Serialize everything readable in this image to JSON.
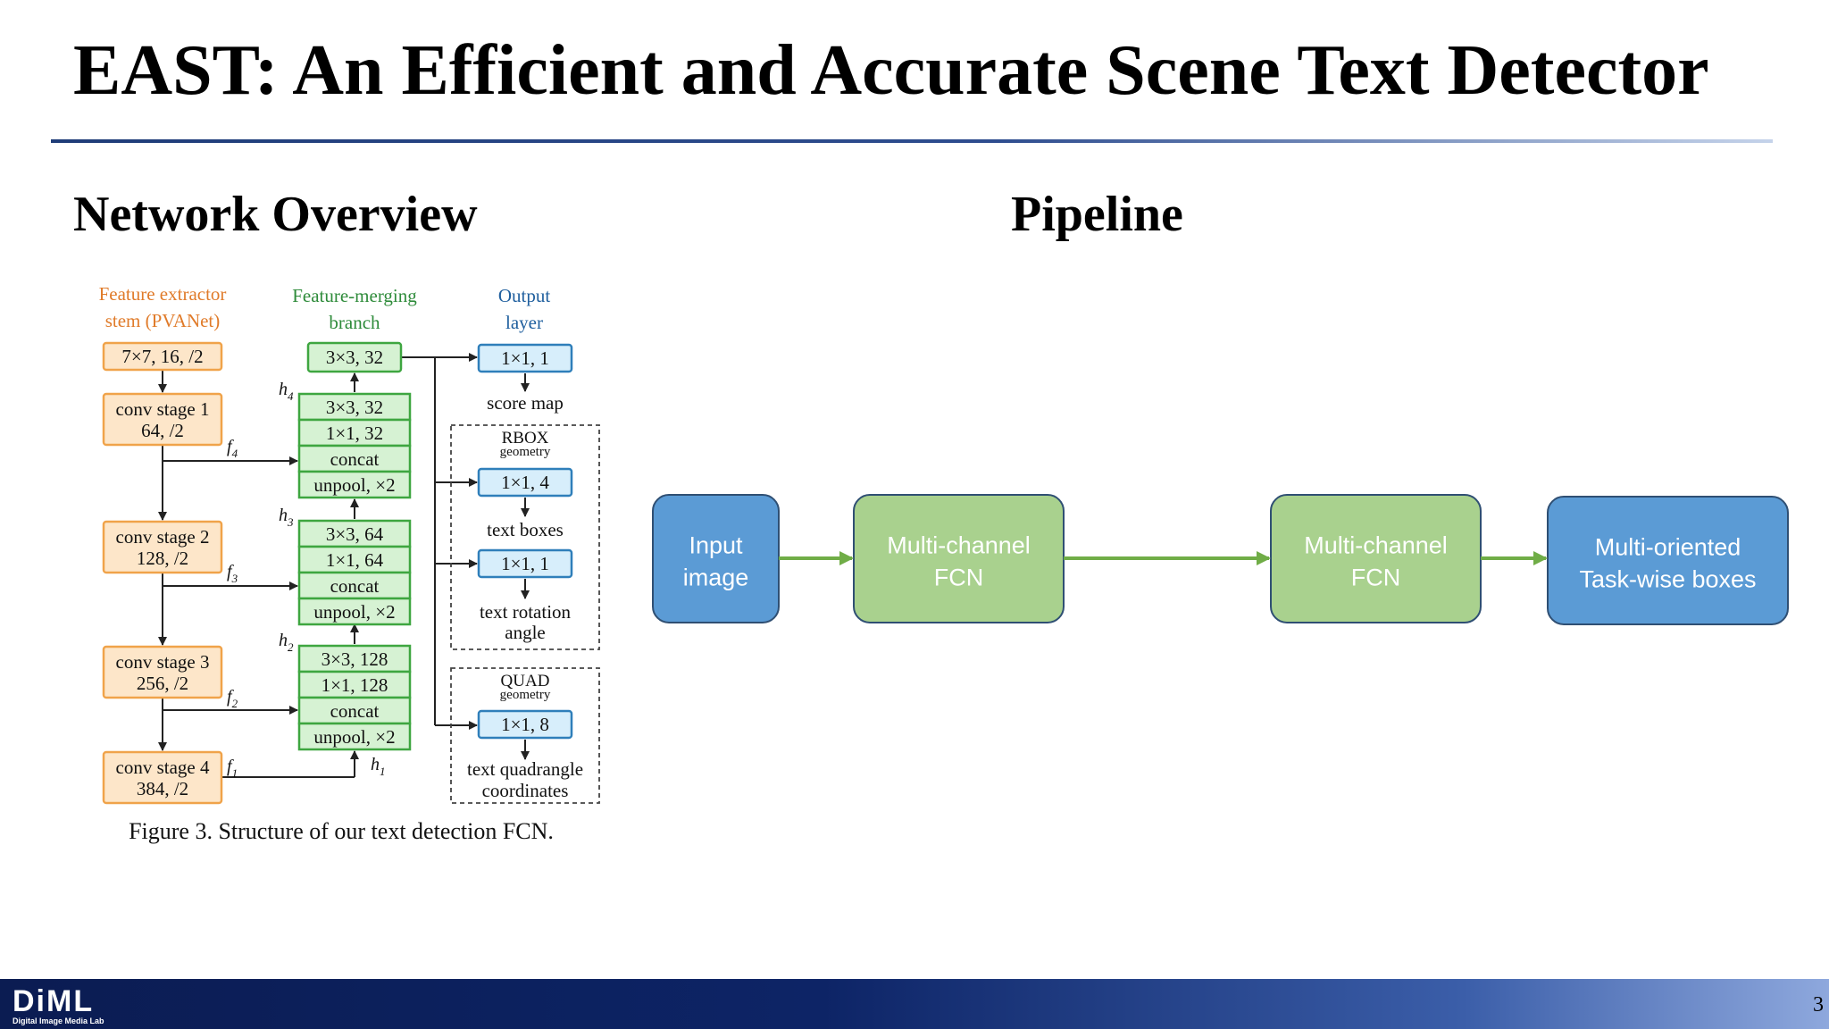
{
  "slide": {
    "title": "EAST: An Efficient and Accurate Scene Text Detector",
    "page_number": "3"
  },
  "overview": {
    "heading": "Network Overview",
    "column_headers": {
      "stem": [
        "Feature extractor",
        "stem (PVANet)"
      ],
      "merge": [
        "Feature-merging",
        "branch"
      ],
      "output": [
        "Output",
        "layer"
      ]
    },
    "stem_blocks": [
      [
        "7×7, 16, /2"
      ],
      [
        "conv stage 1",
        "64, /2"
      ],
      [
        "conv stage 2",
        "128, /2"
      ],
      [
        "conv stage 3",
        "256, /2"
      ],
      [
        "conv stage 4",
        "384, /2"
      ]
    ],
    "merge_top": "3×3, 32",
    "merge_groups": [
      [
        "3×3, 32",
        "1×1, 32",
        "concat",
        "unpool, ×2"
      ],
      [
        "3×3, 64",
        "1×1, 64",
        "concat",
        "unpool, ×2"
      ],
      [
        "3×3, 128",
        "1×1, 128",
        "concat",
        "unpool, ×2"
      ]
    ],
    "feature_labels": [
      "f4",
      "f3",
      "f2",
      "f1"
    ],
    "merge_labels": [
      "h4",
      "h3",
      "h2",
      "h1"
    ],
    "output_blocks": [
      "1×1, 1",
      "1×1, 4",
      "1×1, 1",
      "1×1, 8"
    ],
    "output_labels": [
      "score map",
      "text boxes",
      "text rotation",
      "angle",
      "text quadrangle",
      "coordinates"
    ],
    "rbox_label": [
      "RBOX",
      "geometry"
    ],
    "quad_label": [
      "QUAD",
      "geometry"
    ],
    "caption": "Figure 3. Structure of our text detection FCN."
  },
  "pipeline": {
    "heading": "Pipeline",
    "nodes": [
      {
        "lines": [
          "Input",
          "image"
        ],
        "color": "#5b9bd5"
      },
      {
        "lines": [
          "Multi-channel",
          "FCN"
        ],
        "color": "#a9d18e"
      },
      {
        "lines": [
          "Multi-channel",
          "FCN"
        ],
        "color": "#a9d18e"
      },
      {
        "lines": [
          "Multi-oriented",
          "Task-wise boxes"
        ],
        "color": "#5b9bd5"
      }
    ],
    "arrow_color": "#70ad47"
  },
  "footer": {
    "logo_word": "DiML",
    "logo_sub": "Digital Image Media Lab"
  },
  "colors": {
    "stem_fill": "#fde6c9",
    "stem_stroke": "#f0a34a",
    "stem_text": "#e07b2a",
    "merge_fill": "#d6f2d3",
    "merge_stroke": "#3ea640",
    "merge_text": "#2e8b3a",
    "out_fill": "#d7eefb",
    "out_stroke": "#2f7fba",
    "out_text": "#1f5f9e"
  }
}
